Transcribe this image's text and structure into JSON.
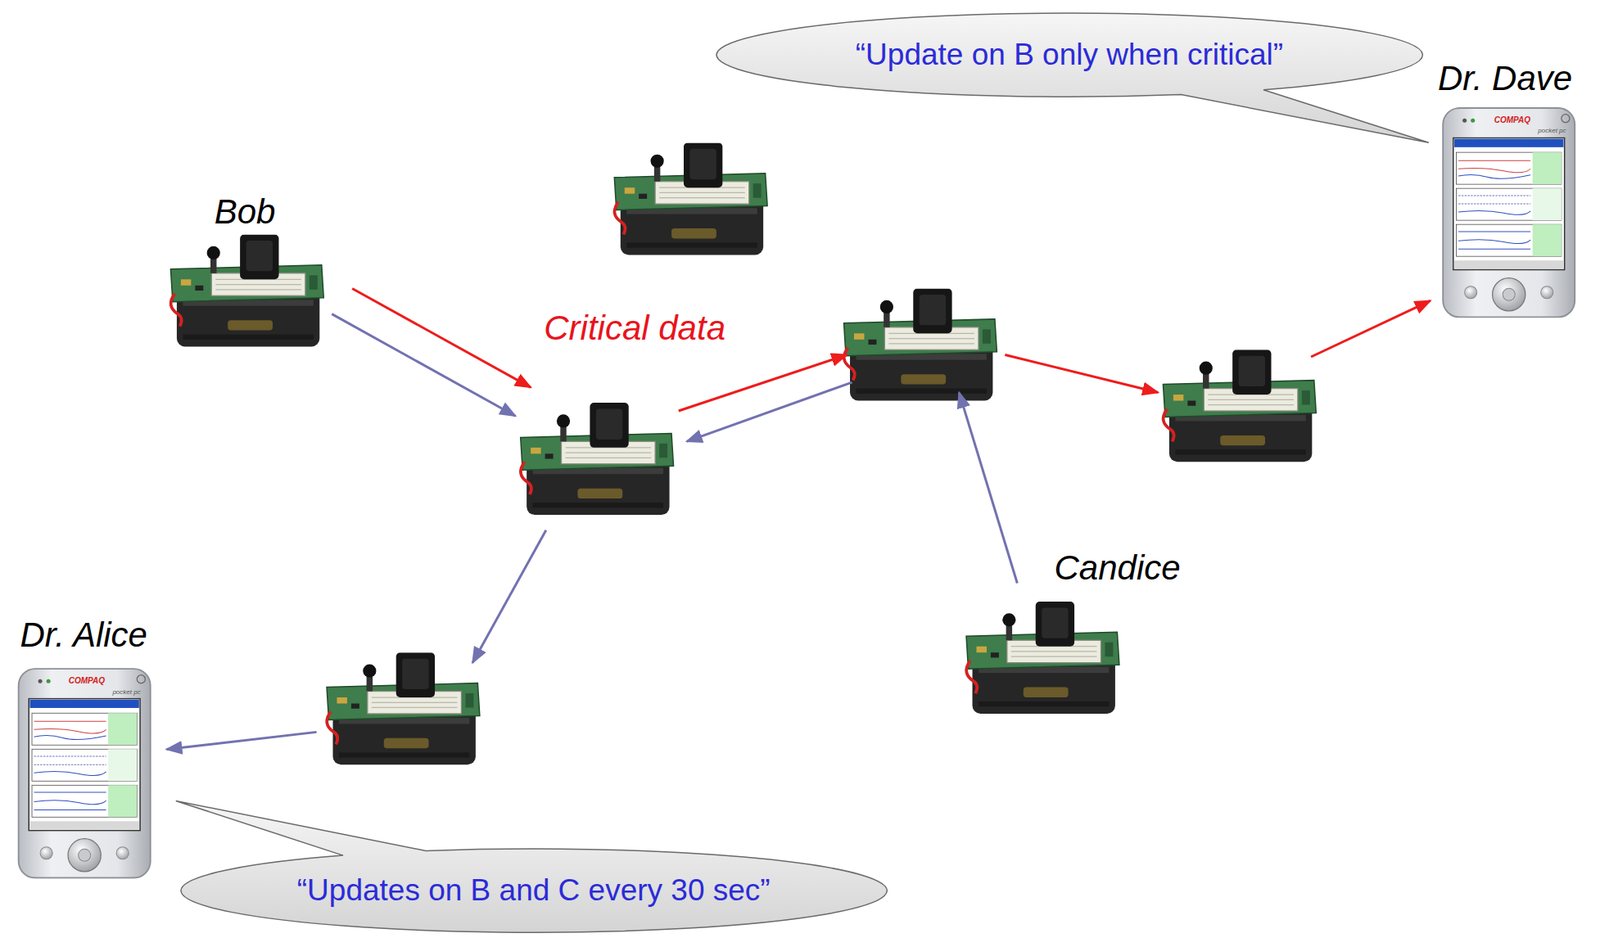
{
  "diagram": {
    "nodes": [
      {
        "text": [
          "“Update on B only when critical”"
        ]
      },
      {
        "text": [
          "Dr. Dave"
        ]
      },
      {
        "text": [
          "Bob"
        ]
      },
      {
        "text": [
          "Candice"
        ]
      },
      {
        "text": [
          "Dr. Alice"
        ]
      },
      {
        "text": [
          "“Updates on B and C every 30 sec”"
        ]
      }
    ],
    "labels": [
      "Critical data",
      "COMPAQ",
      "pocket pc",
      "COMPAQ",
      "pocket pc"
    ]
  }
}
